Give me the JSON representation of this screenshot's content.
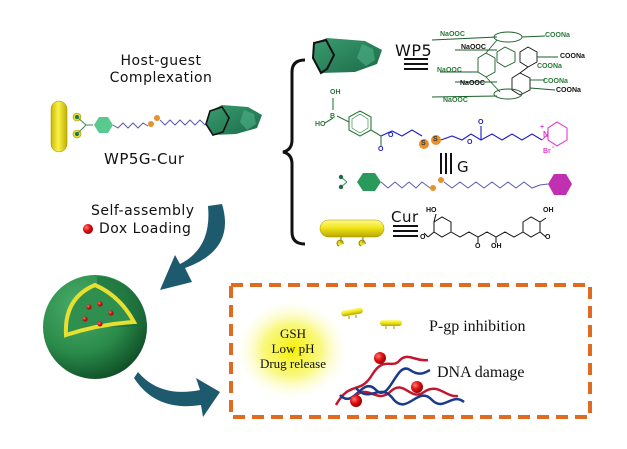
{
  "labels": {
    "host_guest": [
      "Host-guest",
      "Complexation"
    ],
    "complex_name": "WP5G-Cur",
    "self_assembly": "Self-assembly",
    "dox_loading": "Dox Loading",
    "wp5": "WP5",
    "g": "G",
    "cur": "Cur",
    "equiv_symbol": "≡"
  },
  "wp5_structure": {
    "substituents": [
      "NaOOC",
      "NaOOC",
      "NaOOC",
      "NaOOC",
      "NaOOC",
      "COONa",
      "COONa",
      "COONa",
      "COONa",
      "COONa"
    ]
  },
  "g_structure": {
    "atoms": [
      "HO",
      "B",
      "OH",
      "O",
      "O",
      "S",
      "S",
      "O",
      "O",
      "N",
      "+",
      "Br",
      "-"
    ]
  },
  "cur_structure": {
    "atoms": [
      "HO",
      "OH",
      "O",
      "O",
      "OH",
      "O"
    ]
  },
  "release_box": {
    "triggers": [
      "GSH",
      "Low pH",
      "Drug release"
    ],
    "effects": [
      "P-gp inhibition",
      "DNA damage"
    ]
  },
  "colors": {
    "host_green": "#2e8b5c",
    "chem_green": "#2a7a3a",
    "chem_blue": "#1a1ac8",
    "chem_magenta": "#e03cd0",
    "disulfide_orange": "#e8902a",
    "curcumin_yellow": "#f0e020",
    "arrow_teal": "#1e5a6e",
    "box_orange": "#e06a20",
    "dox_red": "#e01010"
  }
}
